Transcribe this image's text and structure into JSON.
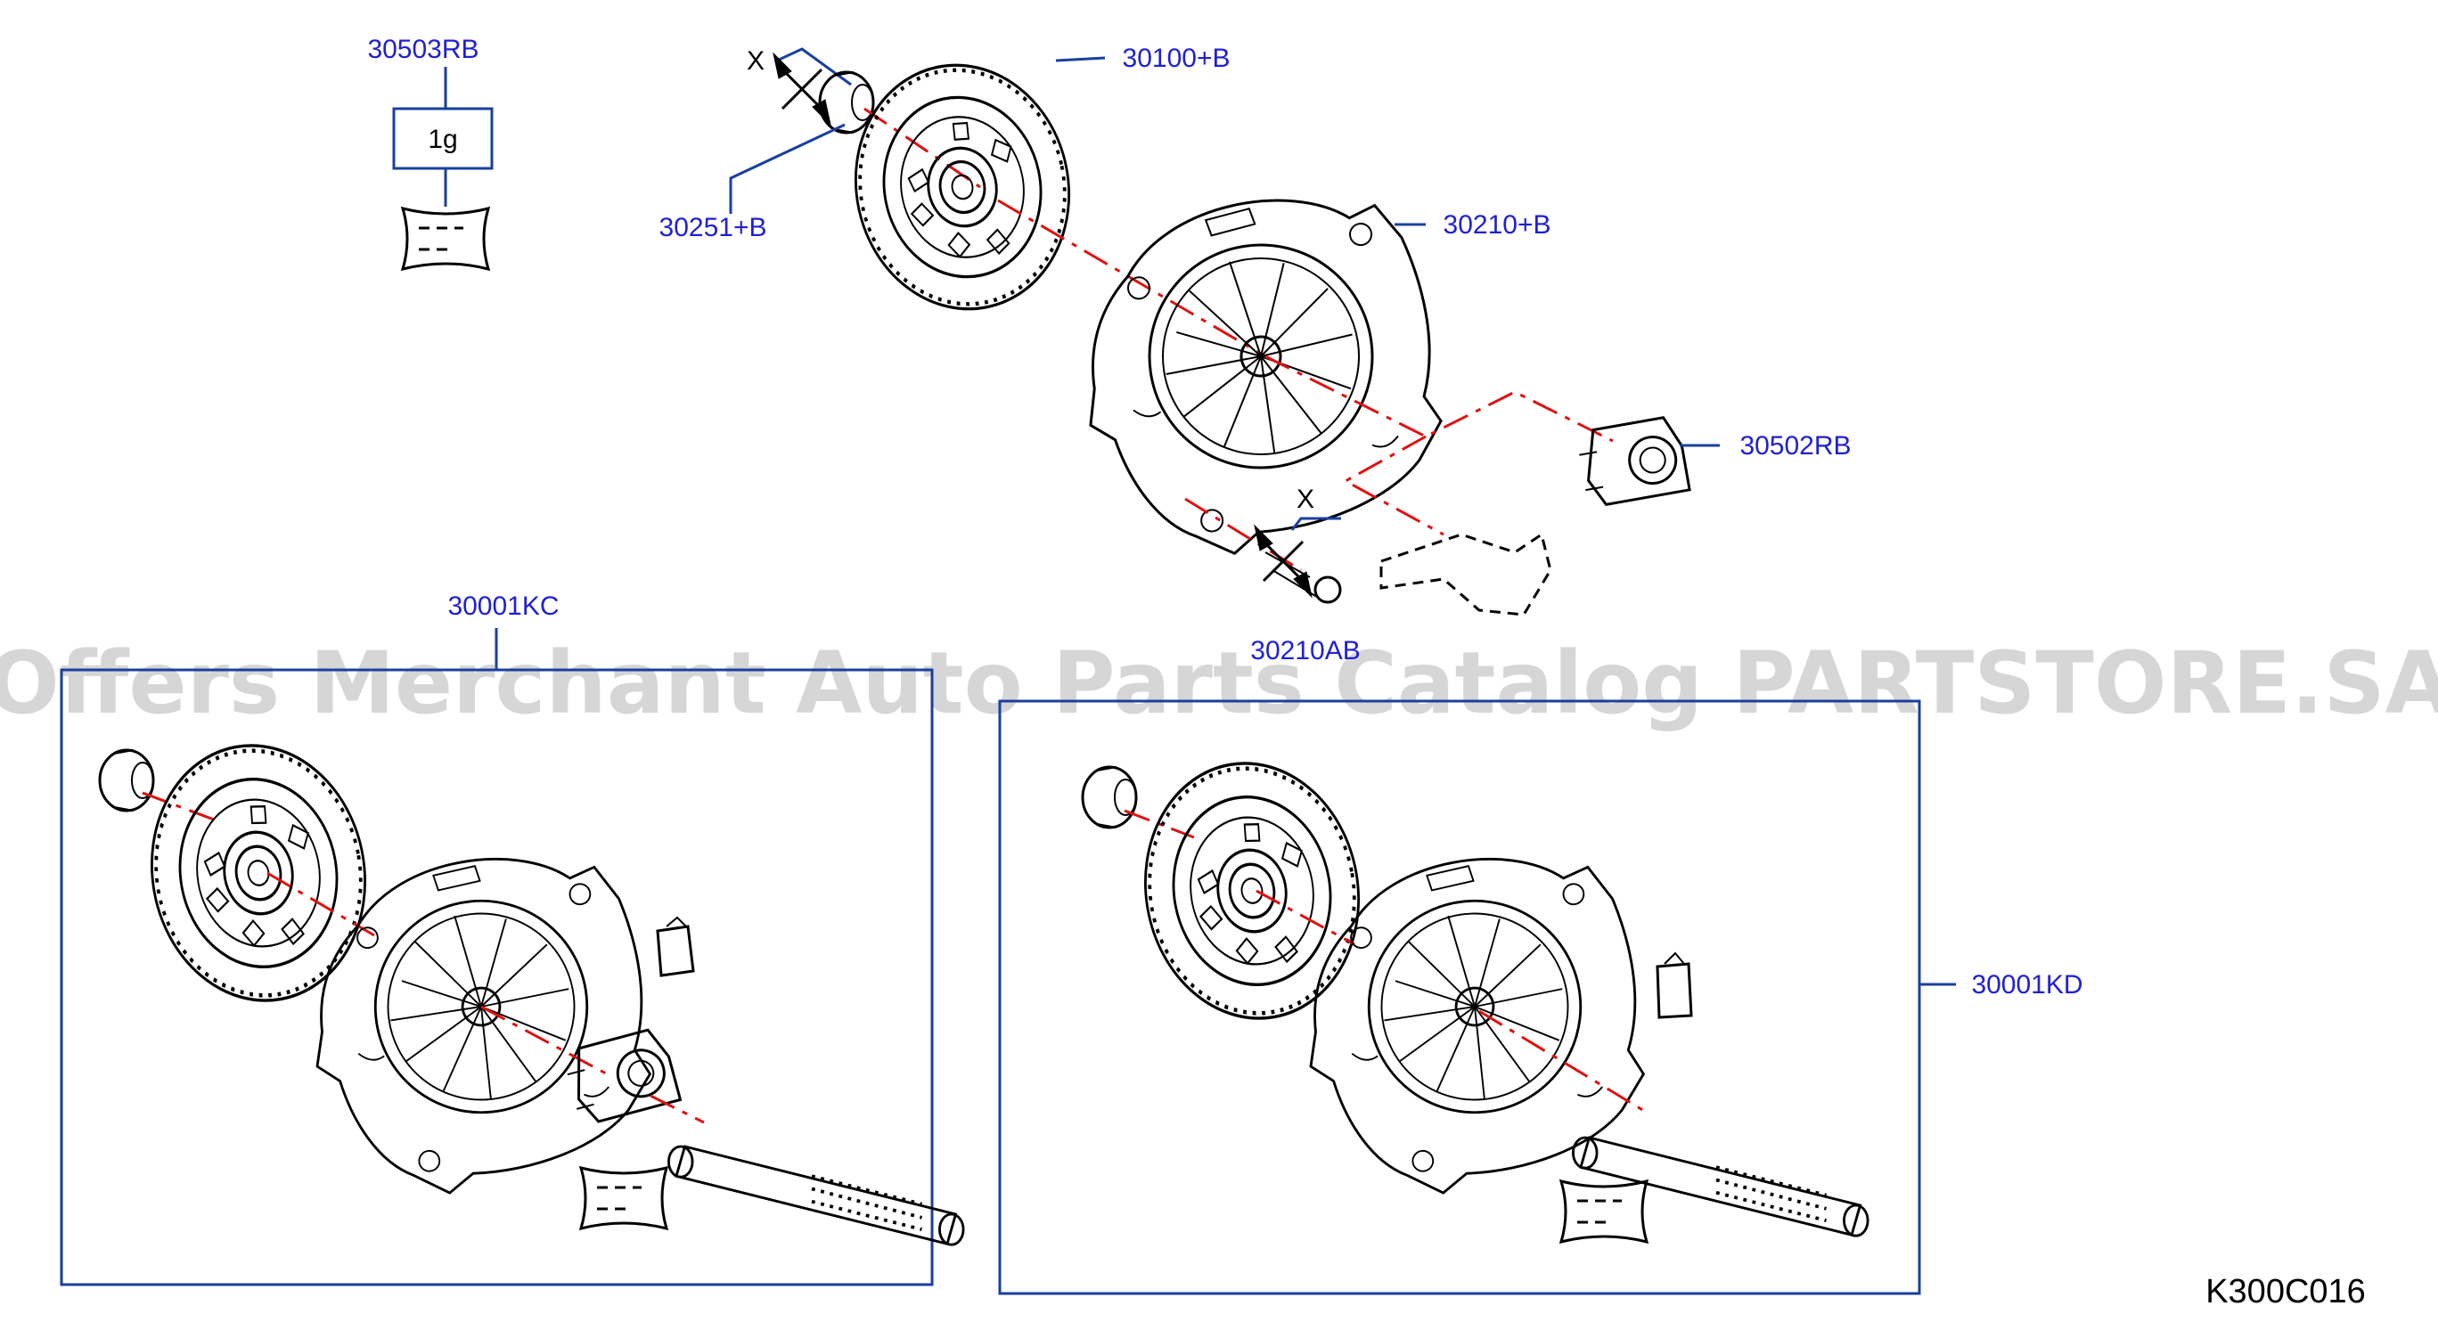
{
  "diagram": {
    "watermark": "Offers Merchant Auto Parts Catalog PARTSTORE.SA",
    "drawing_code": "K300C016",
    "parts": {
      "grease": "30503RB",
      "clutch_disc": "30100+B",
      "pilot_bushing": "30251+B",
      "clutch_cover": "30210+B",
      "release_bearing": "30502RB",
      "cover_bolt": "30210AB",
      "kit_kc": "30001KC",
      "kit_kd": "30001KD"
    },
    "grease_quantity": "1g",
    "x_marks": [
      "X",
      "X"
    ]
  }
}
